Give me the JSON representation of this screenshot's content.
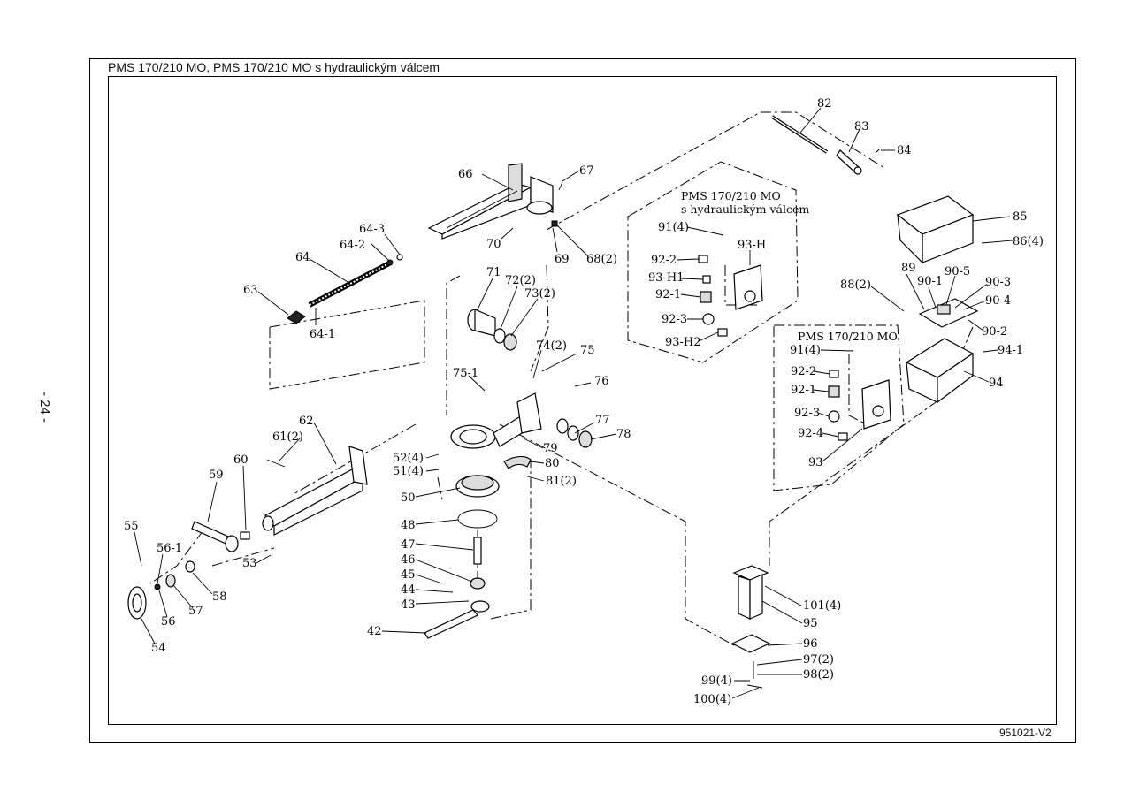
{
  "page_number": "- 24 -",
  "header_title": "PMS 170/210 MO, PMS 170/210 MO s hydraulickým válcem",
  "drawing_code": "951021-V2",
  "subassemblies": {
    "hydraulic_title_line1": "PMS 170/210 MO",
    "hydraulic_title_line2": "s hydraulickým válcem",
    "standard_title": "PMS 170/210 MO"
  },
  "part_labels": [
    "82",
    "83",
    "84",
    "85",
    "86(4)",
    "66",
    "67",
    "68(2)",
    "69",
    "70",
    "64-3",
    "64-2",
    "64",
    "63",
    "64-1",
    "71",
    "72(2)",
    "73(2)",
    "74(2)",
    "75",
    "75-1",
    "76",
    "77",
    "78",
    "79",
    "80",
    "81(2)",
    "62",
    "61(2)",
    "60",
    "59",
    "52(4)",
    "51(4)",
    "50",
    "48",
    "47",
    "46",
    "45",
    "44",
    "43",
    "42",
    "55",
    "56-1",
    "56",
    "57",
    "58",
    "53",
    "54",
    "91(4)",
    "93-H",
    "92-2",
    "93-H1",
    "92-1",
    "92-3",
    "93-H2",
    "88(2)",
    "89",
    "90-1",
    "90-5",
    "90-3",
    "90-4",
    "90-2",
    "94-1",
    "94",
    "91(4)",
    "92-2",
    "92-1",
    "92-3",
    "92-4",
    "93",
    "101(4)",
    "95",
    "96",
    "97(2)",
    "98(2)",
    "99(4)",
    "100(4)"
  ]
}
